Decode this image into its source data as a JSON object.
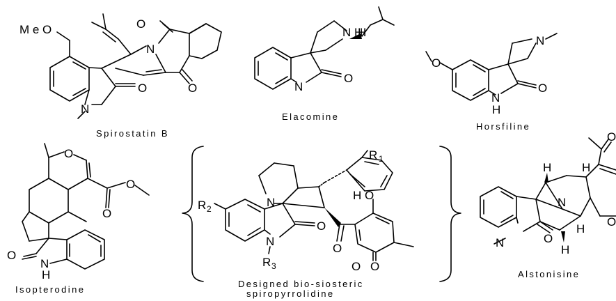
{
  "compounds": {
    "spirostatin": {
      "name": "Spirostatin B",
      "atoms": {
        "meo": "M e O",
        "n_ring": "N",
        "o1": "O",
        "o2": "O",
        "o3": "O",
        "n_methyl": "N"
      }
    },
    "elacomine": {
      "name": "Elacomine",
      "atoms": {
        "nh": "N H",
        "h": "H",
        "n_amide": "N",
        "o": "O"
      }
    },
    "horsfiline": {
      "name": "Horsfiline",
      "atoms": {
        "o_methoxy": "O",
        "n_pyr": "N",
        "o_amide": "O",
        "n_amide": "N",
        "h_amide": "H"
      }
    },
    "isopterodine": {
      "name": "Isopterodine",
      "atoms": {
        "o_ring": "O",
        "o_ester1": "O",
        "o_ester2": "O",
        "o_amide": "O",
        "n_amide": "N",
        "h_amide": "H"
      }
    },
    "designed": {
      "name_line1": "Designed bio-siosteric",
      "name_line2": "spiropyrrolidine",
      "atoms": {
        "r1": "R",
        "r1_sub": "1",
        "r2": "R",
        "r2_sub": "2",
        "r3": "R",
        "r3_sub": "3",
        "n_pyr": "N",
        "n_amide": "N",
        "o_amide": "O",
        "ho": "H O",
        "o_ketone": "O",
        "o_lactone1": "O",
        "o_lactone2": "O"
      }
    },
    "alstonisine": {
      "name": "Alstonisine",
      "atoms": {
        "n_indole": "N",
        "o_amide": "O",
        "n_bridge": "N",
        "h1": "H",
        "h2": "H",
        "h3": "H",
        "h4": "H",
        "o_acetyl": "O",
        "o_ring": "O"
      }
    }
  }
}
